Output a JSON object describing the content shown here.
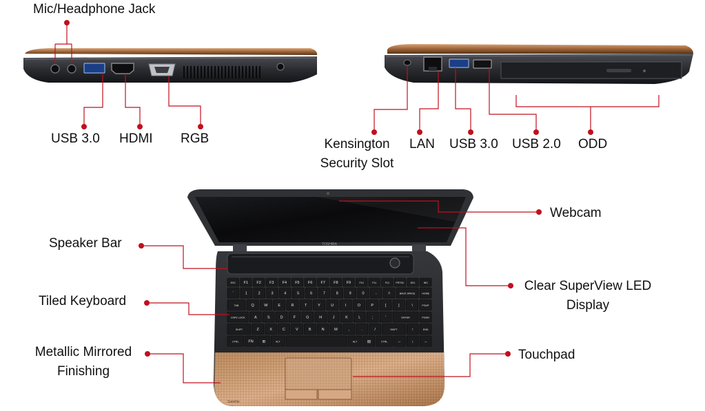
{
  "colors": {
    "callout": "#c0101e",
    "chassis": "#2b2d31",
    "bronze": "#b07a4c",
    "palmrest": "#c49470",
    "screen": "#0c0c0e",
    "key": "#1c1c1e",
    "key_text": "#e6e6e6"
  },
  "labels": {
    "mic_jack": "Mic/Headphone Jack",
    "usb30_left": "USB 3.0",
    "hdmi": "HDMI",
    "rgb": "RGB",
    "kensington_line1": "Kensington",
    "kensington_line2": "Security Slot",
    "lan": "LAN",
    "usb30_right": "USB 3.0",
    "usb20": "USB 2.0",
    "odd": "ODD",
    "webcam": "Webcam",
    "speaker_bar": "Speaker Bar",
    "display_line1": "Clear SuperView LED",
    "display_line2": "Display",
    "tiled_keyboard": "Tiled Keyboard",
    "metallic_line1": "Metallic Mirrored",
    "metallic_line2": "Finishing",
    "touchpad": "Touchpad"
  },
  "keyboard": {
    "row1": [
      "ESC",
      "F1",
      "F2",
      "F3",
      "F4",
      "F5",
      "F6",
      "F7",
      "F8",
      "F9",
      "F10",
      "F11",
      "F12",
      "PRTSC",
      "DEL",
      "INS"
    ],
    "row2": [
      "`",
      "1",
      "2",
      "3",
      "4",
      "5",
      "6",
      "7",
      "8",
      "9",
      "0",
      "-",
      "=",
      "BACK SPACE",
      "HOME"
    ],
    "row3": [
      "TAB",
      "Q",
      "W",
      "E",
      "R",
      "T",
      "Y",
      "U",
      "I",
      "O",
      "P",
      "[",
      "]",
      "\\",
      "PGUP"
    ],
    "row4": [
      "CAPS LOCK",
      "A",
      "S",
      "D",
      "F",
      "G",
      "H",
      "J",
      "K",
      "L",
      ";",
      "'",
      "ENTER",
      "PGDN"
    ],
    "row5": [
      "SHIFT",
      "Z",
      "X",
      "C",
      "V",
      "B",
      "N",
      "M",
      ",",
      ".",
      "/",
      "SHIFT",
      "↑",
      "END"
    ],
    "row6": [
      "CTRL",
      "FN",
      "⊞",
      "ALT",
      "",
      "ALT",
      "▤",
      "CTRL",
      "←",
      "↓",
      "→"
    ]
  }
}
